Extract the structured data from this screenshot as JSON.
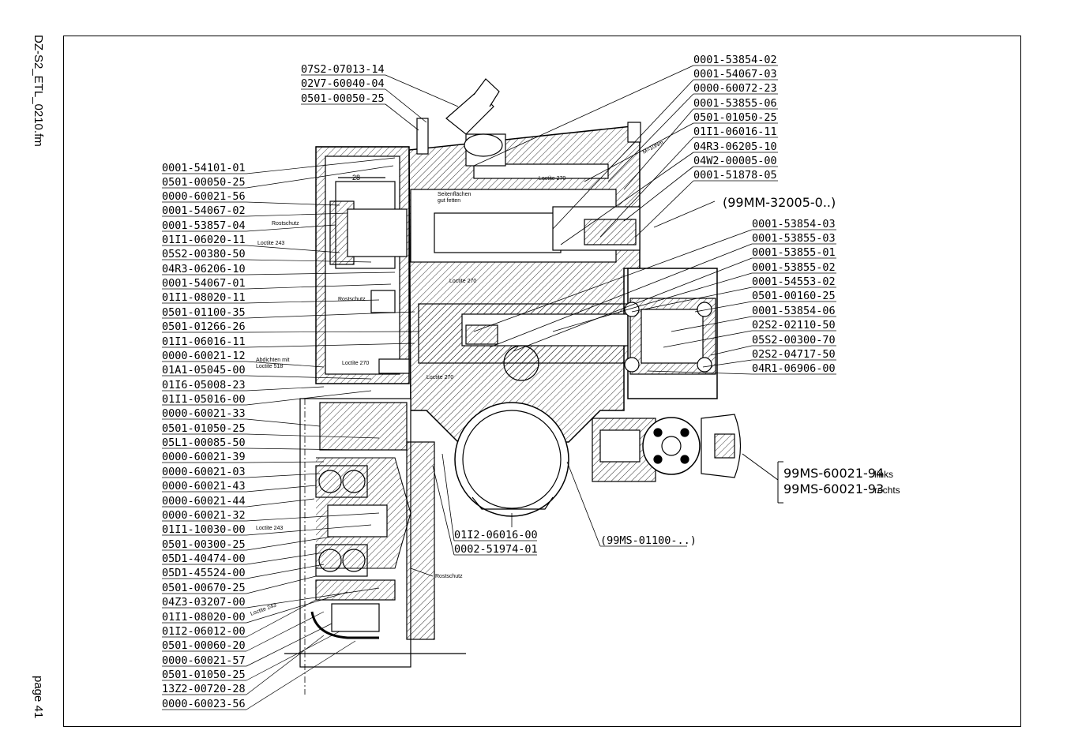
{
  "document": {
    "id": "DZ-S2_ETL_0210.fm",
    "page": "page 41"
  },
  "labels_left": [
    "0001-54101-01",
    "0501-00050-25",
    "0000-60021-56",
    "0001-54067-02",
    "0001-53857-04",
    "01I1-06020-11",
    "05S2-00380-50",
    "04R3-06206-10",
    "0001-54067-01",
    "01I1-08020-11",
    "0501-01100-35",
    "0501-01266-26",
    "01I1-06016-11",
    "0000-60021-12",
    "01A1-05045-00",
    "01I6-05008-23",
    "01I1-05016-00",
    "0000-60021-33",
    "0501-01050-25",
    "05L1-00085-50",
    "0000-60021-39",
    "0000-60021-03",
    "0000-60021-43",
    "0000-60021-44",
    "0000-60021-32",
    "01I1-10030-00",
    "0501-00300-25",
    "05D1-40474-00",
    "05D1-45524-00",
    "0501-00670-25",
    "04Z3-03207-00",
    "01I1-08020-00",
    "01I2-06012-00",
    "0501-00060-20",
    "0000-60021-57",
    "0501-01050-25",
    "13Z2-00720-28",
    "0000-60023-56"
  ],
  "labels_top_left": [
    "07S2-07013-14",
    "02V7-60040-04",
    "0501-00050-25"
  ],
  "labels_top_right": [
    "0001-53854-02",
    "0001-54067-03",
    "0000-60072-23",
    "0001-53855-06",
    "0501-01050-25",
    "01I1-06016-11",
    "04R3-06205-10",
    "04W2-00005-00",
    "0001-51878-05"
  ],
  "label_assembly_top": "(99MM-32005-0..)",
  "labels_right": [
    "0001-53854-03",
    "0001-53855-03",
    "0001-53855-01",
    "0001-53855-02",
    "0001-54553-02",
    "0501-00160-25",
    "0001-53854-06",
    "02S2-02110-50",
    "05S2-00300-70",
    "02S2-04717-50",
    "04R1-06906-00"
  ],
  "labels_bottom_center": [
    "01I2-06016-00",
    "0002-51974-01"
  ],
  "label_assembly_bottom": "(99MS-01100-..)",
  "variants": [
    {
      "part": "99MS-60021-94",
      "side": "links"
    },
    {
      "part": "99MS-60021-93",
      "side": "rechts"
    }
  ],
  "notes": {
    "rostschutz": "Rostschutz",
    "loctite_243": "Loctite 243",
    "loctite_270": "Loctite 270",
    "abdichten": "Abdichten mit",
    "loctite_518": "Loctite 518",
    "seitenflaechen": "Seitenflächen",
    "gut_fetten": "gut fetten",
    "torque": "M=10Nm",
    "dim_28": "28"
  }
}
